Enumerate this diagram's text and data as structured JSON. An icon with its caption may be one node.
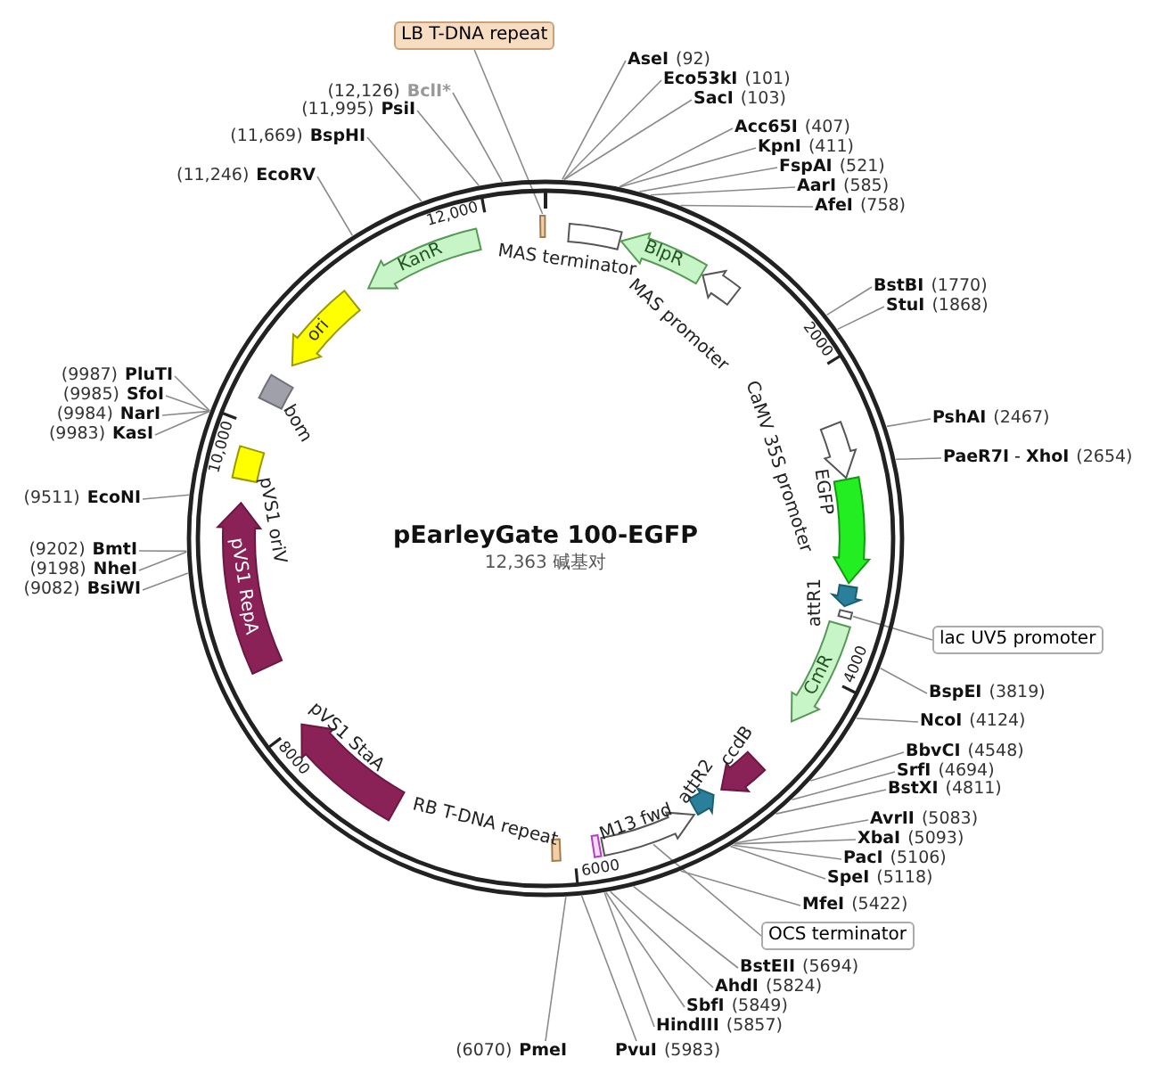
{
  "diagram": {
    "title": "pEarleyGate 100-EGFP",
    "nodes": [
      {
        "text": [
          "LB T-DNA repeat"
        ]
      },
      {
        "text": [],
        "shape": "bar",
        "in": 63
      },
      {
        "text": [
          "AseI",
          "(92)"
        ]
      },
      {
        "text": [
          "Eco53kI",
          "(101)"
        ]
      },
      {
        "text": [
          "SacI",
          "(103)"
        ]
      },
      {
        "text": [
          "Acc65I",
          "(407)"
        ]
      },
      {
        "text": [
          "KpnI",
          "(411)"
        ]
      },
      {
        "text": [
          "FspAI",
          "(521)"
        ]
      },
      {
        "text": [
          "AarI",
          "(585)"
        ]
      },
      {
        "text": [
          "AfeI",
          "(758)"
        ]
      },
      {
        "text": [
          "BstBI",
          "(1770)"
        ]
      },
      {
        "text": [
          "StuI",
          "(1868)"
        ]
      },
      {
        "text": [
          "PshAI",
          "(2467)"
        ]
      },
      {
        "text": [
          "**PaeR7I** - **XhoI**",
          "(2654)"
        ]
      },
      {
        "text": [
          "BspEI",
          "(3819)"
        ]
      },
      {
        "text": [
          "NcoI",
          "(4124)"
        ]
      },
      {
        "text": [
          "BbvCI",
          "(4548)"
        ]
      },
      {
        "text": [
          "SrfI",
          "(4694)"
        ]
      },
      {
        "text": [
          "BstXI",
          "(4811)"
        ]
      },
      {
        "text": [
          "AvrII",
          "(5083)"
        ]
      },
      {
        "text": [
          "XbaI",
          "(5093)"
        ]
      },
      {
        "text": [
          "PacI",
          "(5106)"
        ]
      },
      {
        "text": [
          "SpeI",
          "(5118)"
        ]
      },
      {
        "text": [
          "MfeI",
          "(5422)"
        ]
      },
      {
        "text": [
          "BstEII",
          "(5694)"
        ]
      },
      {
        "text": [
          "AhdI",
          "(5824)"
        ]
      },
      {
        "text": [
          "SbfI",
          "(5849)"
        ]
      },
      {
        "text": [
          "HindIII",
          "(5857)"
        ]
      },
      {
        "text": [
          "PvuI",
          "(5983)"
        ]
      },
      {
        "text": [
          "(6070)",
          "PmeI"
        ]
      },
      {
        "text": [
          "(9082)",
          "BsiWI"
        ]
      },
      {
        "text": [
          "(9198)",
          "NheI"
        ]
      },
      {
        "text": [
          "(9202)",
          "BmtI"
        ]
      },
      {
        "text": [
          "(9511)",
          "EcoNI"
        ]
      },
      {
        "text": [
          "(9983)",
          "KasI"
        ]
      },
      {
        "text": [
          "(9984)",
          "NarI"
        ]
      },
      {
        "text": [
          "(9985)",
          "SfoI"
        ]
      },
      {
        "text": [
          "(9987)",
          "PluTI"
        ]
      },
      {
        "text": [
          "(11,246)",
          "EcoRV"
        ]
      },
      {
        "text": [
          "(11,669)",
          "BspHI"
        ]
      },
      {
        "text": [
          "(11,995)",
          "PsiI"
        ]
      },
      {
        "text": [
          "(12,126)",
          "BclI*"
        ]
      },
      {
        "text": [
          "lac UV5 promoter"
        ]
      },
      {
        "text": [],
        "shape": "bar",
        "in": 63
      },
      {
        "text": [
          "OCS terminator"
        ]
      },
      {
        "text": [
          "MAS terminator"
        ],
        "in": 63
      },
      {
        "text": [
          "BlpR"
        ],
        "in": 63
      },
      {
        "text": [
          "MAS promoter"
        ],
        "in": 63
      },
      {
        "text": [
          "CaMV 35S promoter"
        ],
        "in": 63
      },
      {
        "text": [
          "EGFP"
        ],
        "in": 63
      },
      {
        "text": [
          "attR1"
        ],
        "in": 63
      },
      {
        "text": [
          "CmR"
        ],
        "in": 63
      },
      {
        "text": [
          "ccdB"
        ],
        "in": 63
      },
      {
        "text": [
          "attR2"
        ],
        "in": 63
      },
      {
        "text": [
          "M13 fwd"
        ],
        "in": 63
      },
      {
        "text": [],
        "shape": "bar",
        "in": 63
      },
      {
        "text": [
          "RB T-DNA repeat"
        ],
        "in": 63
      },
      {
        "text": [
          "pVS1 StaA"
        ],
        "in": 63
      },
      {
        "text": [
          "pVS1 RepA"
        ],
        "in": 63
      },
      {
        "text": [
          "pVS1 oriV"
        ],
        "in": 63
      },
      {
        "text": [
          "bom"
        ],
        "in": 63
      },
      {
        "text": [
          "ori"
        ],
        "in": 63
      },
      {
        "text": [
          "KanR"
        ],
        "in": 63
      },
      {
        "text": [],
        "shape": "circle"
      }
    ],
    "edges": [
      {
        "from": 0,
        "to": 1,
        "arrow": "none"
      },
      {
        "from": 2,
        "to": 63,
        "arrow": "none"
      },
      {
        "from": 3,
        "to": 63,
        "arrow": "none"
      },
      {
        "from": 4,
        "to": 63,
        "arrow": "none"
      },
      {
        "from": 5,
        "to": 63,
        "arrow": "none"
      },
      {
        "from": 6,
        "to": 63,
        "arrow": "none"
      },
      {
        "from": 7,
        "to": 63,
        "arrow": "none"
      },
      {
        "from": 8,
        "to": 63,
        "arrow": "none"
      },
      {
        "from": 9,
        "to": 63,
        "arrow": "none"
      },
      {
        "from": 10,
        "to": 63,
        "arrow": "none"
      },
      {
        "from": 11,
        "to": 63,
        "arrow": "none"
      },
      {
        "from": 12,
        "to": 63,
        "arrow": "none"
      },
      {
        "from": 13,
        "to": 63,
        "arrow": "none"
      },
      {
        "from": 14,
        "to": 63,
        "arrow": "none"
      },
      {
        "from": 15,
        "to": 63,
        "arrow": "none"
      },
      {
        "from": 16,
        "to": 63,
        "arrow": "none"
      },
      {
        "from": 17,
        "to": 63,
        "arrow": "none"
      },
      {
        "from": 18,
        "to": 63,
        "arrow": "none"
      },
      {
        "from": 19,
        "to": 63,
        "arrow": "none"
      },
      {
        "from": 20,
        "to": 63,
        "arrow": "none"
      },
      {
        "from": 21,
        "to": 63,
        "arrow": "none"
      },
      {
        "from": 22,
        "to": 63,
        "arrow": "none"
      },
      {
        "from": 23,
        "to": 63,
        "arrow": "none"
      },
      {
        "from": 24,
        "to": 63,
        "arrow": "none"
      },
      {
        "from": 25,
        "to": 63,
        "arrow": "none"
      },
      {
        "from": 26,
        "to": 63,
        "arrow": "none"
      },
      {
        "from": 27,
        "to": 63,
        "arrow": "none"
      },
      {
        "from": 28,
        "to": 63,
        "arrow": "none"
      },
      {
        "from": 29,
        "to": 63,
        "arrow": "none"
      },
      {
        "from": 30,
        "to": 63,
        "arrow": "none"
      },
      {
        "from": 31,
        "to": 63,
        "arrow": "none"
      },
      {
        "from": 32,
        "to": 63,
        "arrow": "none"
      },
      {
        "from": 33,
        "to": 63,
        "arrow": "none"
      },
      {
        "from": 34,
        "to": 63,
        "arrow": "none"
      },
      {
        "from": 35,
        "to": 63,
        "arrow": "none"
      },
      {
        "from": 36,
        "to": 63,
        "arrow": "none"
      },
      {
        "from": 37,
        "to": 63,
        "arrow": "none"
      },
      {
        "from": 38,
        "to": 63,
        "arrow": "none"
      },
      {
        "from": 39,
        "to": 63,
        "arrow": "none"
      },
      {
        "from": 40,
        "to": 63,
        "arrow": "none"
      },
      {
        "from": 41,
        "to": 63,
        "arrow": "none"
      },
      {
        "from": 42,
        "to": 43,
        "arrow": "none"
      },
      {
        "from": 44,
        "to": 54,
        "arrow": "none"
      }
    ],
    "labels": [
      "12,363 碱基对",
      "12,000",
      "2000",
      "4000",
      "6000",
      "8000",
      "10,000"
    ]
  }
}
